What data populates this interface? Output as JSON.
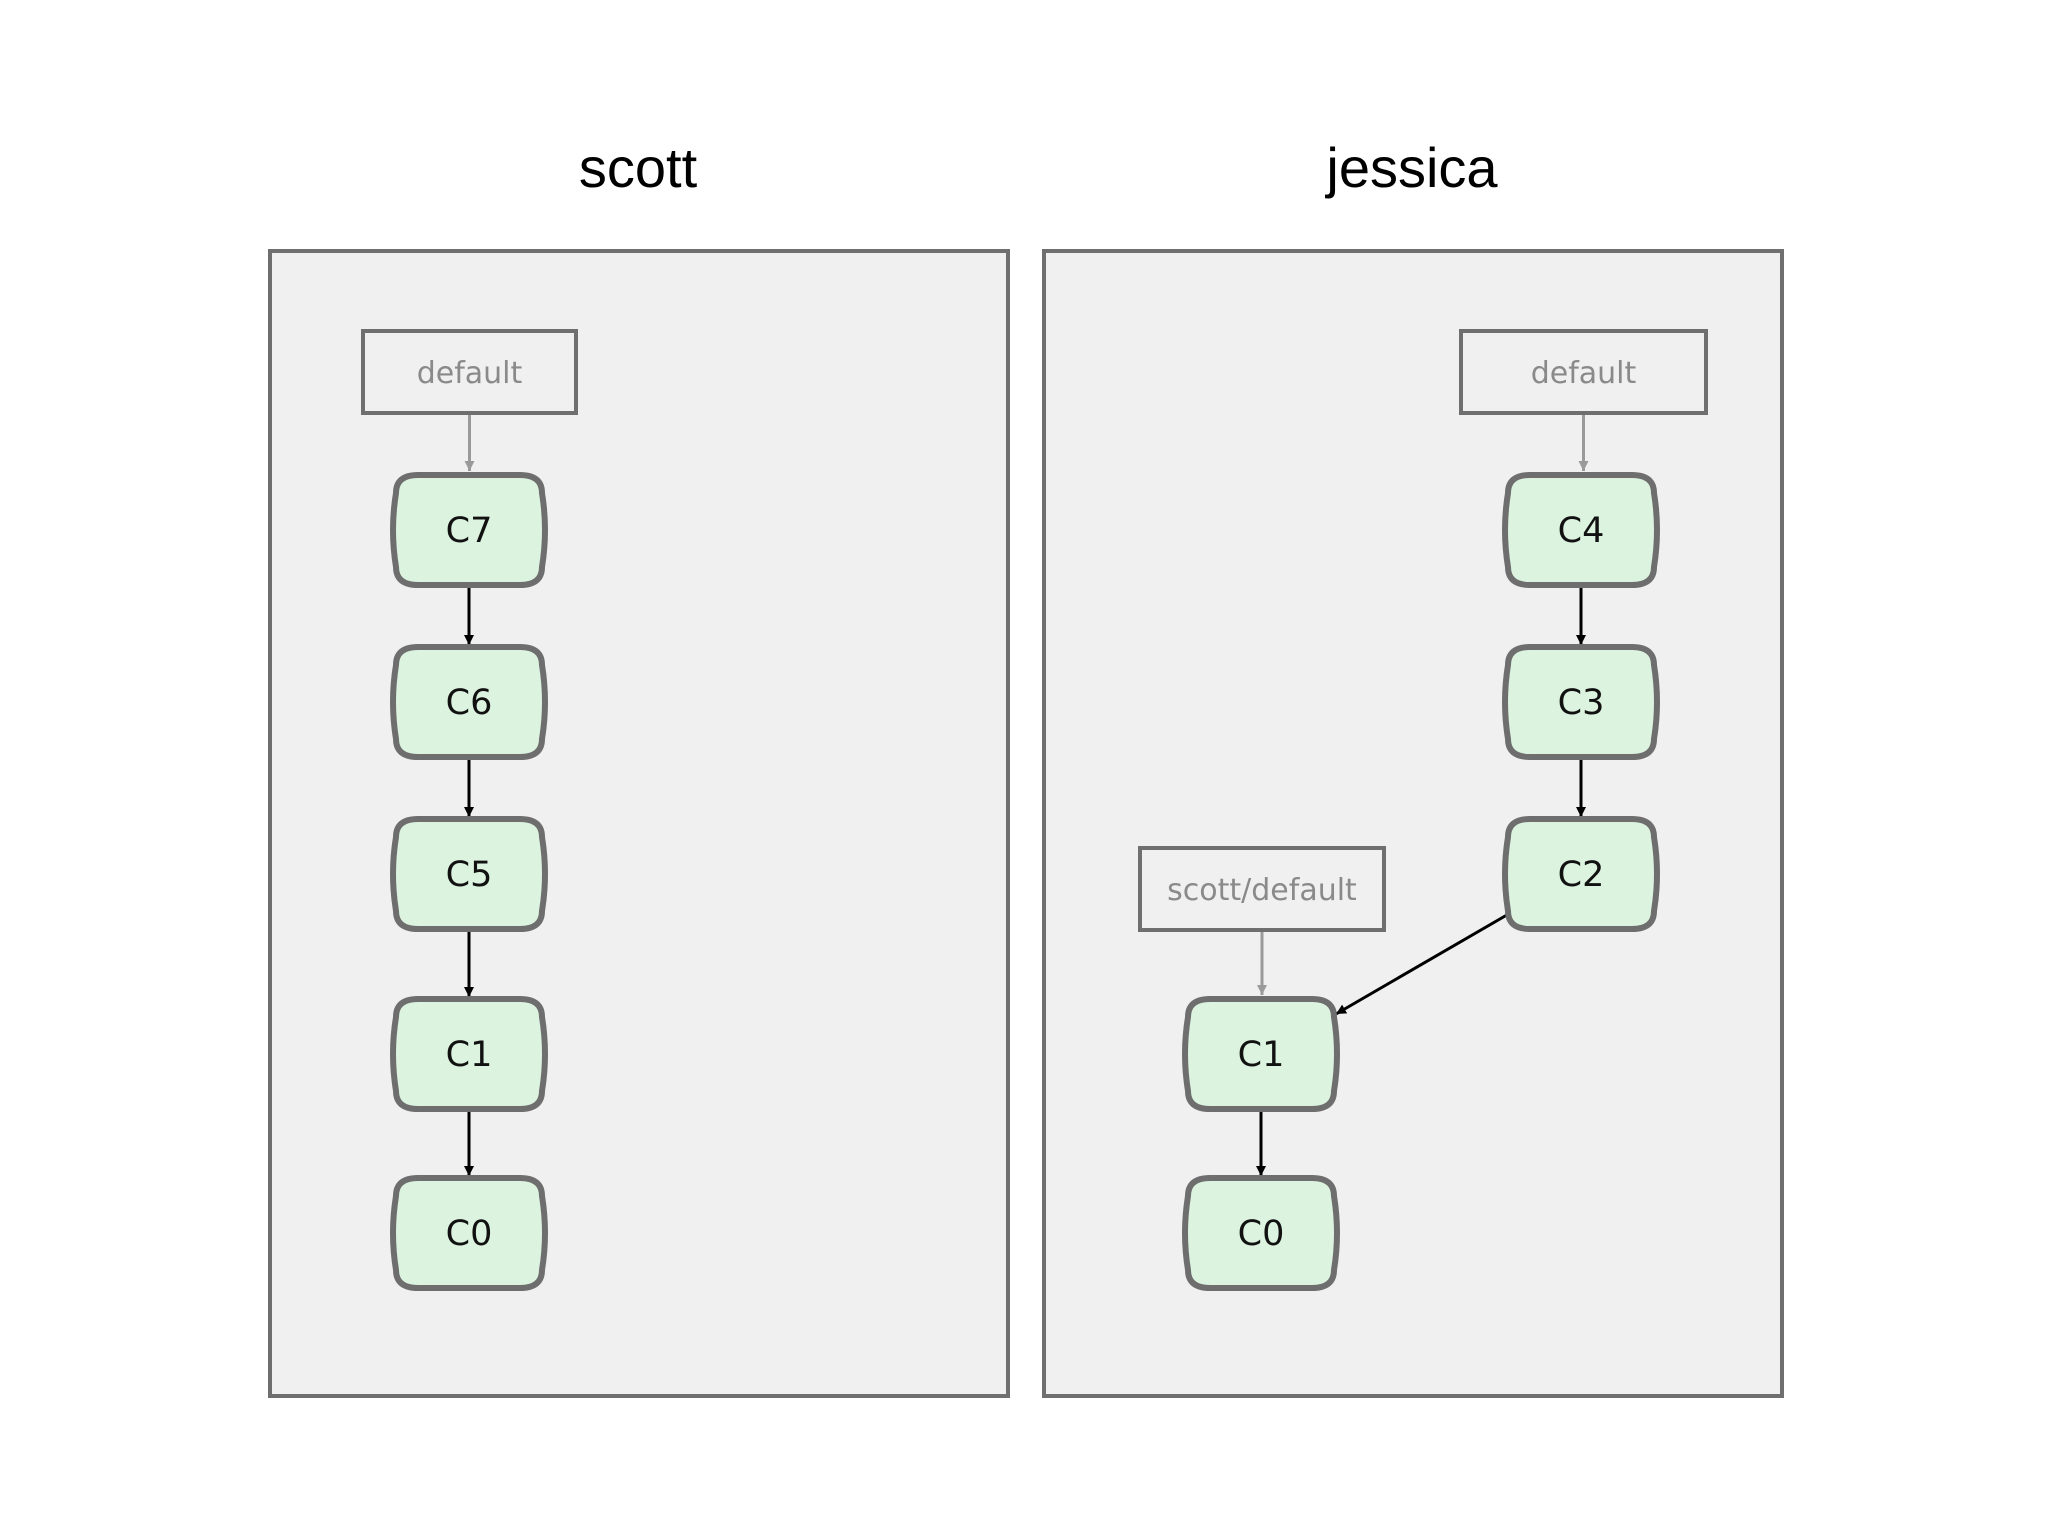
{
  "panels": [
    {
      "title": "scott",
      "refs": [
        {
          "label": "default",
          "points_to": "C7"
        }
      ],
      "commits": [
        "C7",
        "C6",
        "C5",
        "C1",
        "C0"
      ],
      "edges": [
        [
          "C7",
          "C6"
        ],
        [
          "C6",
          "C5"
        ],
        [
          "C5",
          "C1"
        ],
        [
          "C1",
          "C0"
        ]
      ]
    },
    {
      "title": "jessica",
      "refs": [
        {
          "label": "default",
          "points_to": "C4"
        },
        {
          "label": "scott/default",
          "points_to": "C1"
        }
      ],
      "commits": [
        "C4",
        "C3",
        "C2",
        "C1",
        "C0"
      ],
      "edges": [
        [
          "C4",
          "C3"
        ],
        [
          "C3",
          "C2"
        ],
        [
          "C2",
          "C1"
        ],
        [
          "C1",
          "C0"
        ]
      ]
    }
  ],
  "colors": {
    "panel_fill": "#f1f0f1",
    "panel_stroke": "#6f6f6f",
    "commit_fill": "#dcf3df",
    "commit_stroke": "#6e6e6e",
    "ref_stroke": "#6f6f6f",
    "ref_text": "#8a8a8a",
    "ref_arrow": "#9a9a9a",
    "edge_arrow": "#000000"
  }
}
